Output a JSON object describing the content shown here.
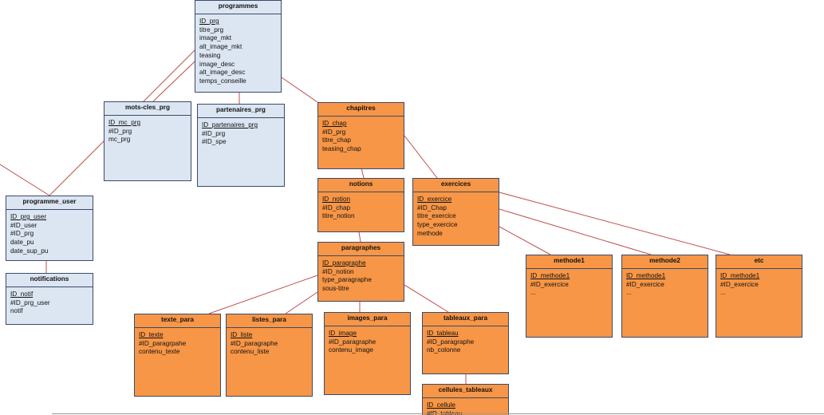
{
  "entities": [
    {
      "id": "programmes",
      "title": "programmes",
      "theme": "blue",
      "fields": [
        {
          "name": "ID_prg",
          "pk": true
        },
        {
          "name": "titre_prg"
        },
        {
          "name": "image_mkt"
        },
        {
          "name": "alt_image_mkt"
        },
        {
          "name": "teasing"
        },
        {
          "name": "image_desc"
        },
        {
          "name": "alt_image_desc"
        },
        {
          "name": "temps_conseille"
        }
      ]
    },
    {
      "id": "mots-cles-prg",
      "title": "mots-cles_prg",
      "theme": "blue",
      "fields": [
        {
          "name": "ID_mc_prg",
          "pk": true
        },
        {
          "name": "#ID_prg"
        },
        {
          "name": "mc_prg"
        }
      ]
    },
    {
      "id": "partenaires-prg",
      "title": "partenaires_prg",
      "theme": "blue",
      "fields": [
        {
          "name": "ID_partenaires_prg",
          "pk": true
        },
        {
          "name": "#ID_prg"
        },
        {
          "name": "#ID_spe"
        }
      ]
    },
    {
      "id": "chapitres",
      "title": "chapitres",
      "theme": "orange",
      "fields": [
        {
          "name": "ID_chap",
          "pk": true
        },
        {
          "name": "#ID_prg"
        },
        {
          "name": "titre_chap"
        },
        {
          "name": "teasing_chap"
        }
      ]
    },
    {
      "id": "programme-user",
      "title": "programme_user",
      "theme": "blue",
      "fields": [
        {
          "name": "ID_prg_user",
          "pk": true
        },
        {
          "name": "#ID_user"
        },
        {
          "name": "#ID_prg"
        },
        {
          "name": "date_pu"
        },
        {
          "name": "date_sup_pu"
        }
      ]
    },
    {
      "id": "notifications",
      "title": "notifications",
      "theme": "blue",
      "fields": [
        {
          "name": "ID_notif",
          "pk": true
        },
        {
          "name": "#ID_prg_user"
        },
        {
          "name": "notif"
        }
      ]
    },
    {
      "id": "notions",
      "title": "notions",
      "theme": "orange",
      "fields": [
        {
          "name": "ID_notion",
          "pk": true
        },
        {
          "name": "#ID_chap"
        },
        {
          "name": "titre_notion"
        }
      ]
    },
    {
      "id": "exercices",
      "title": "exercices",
      "theme": "orange",
      "fields": [
        {
          "name": "ID_exercice",
          "pk": true
        },
        {
          "name": "#ID_Chap"
        },
        {
          "name": "titre_exercice"
        },
        {
          "name": "type_exercice"
        },
        {
          "name": "methode"
        }
      ]
    },
    {
      "id": "paragraphes",
      "title": "paragraphes",
      "theme": "orange",
      "fields": [
        {
          "name": "ID_paragraphe",
          "pk": true
        },
        {
          "name": "#ID_notion"
        },
        {
          "name": "type_paragraphe"
        },
        {
          "name": "sous-titre"
        }
      ]
    },
    {
      "id": "methode1",
      "title": "methode1",
      "theme": "orange",
      "fields": [
        {
          "name": "ID_methode1",
          "pk": true
        },
        {
          "name": "#ID_exercice"
        },
        {
          "name": "..."
        }
      ]
    },
    {
      "id": "methode2",
      "title": "methode2",
      "theme": "orange",
      "fields": [
        {
          "name": "ID_methode1",
          "pk": true
        },
        {
          "name": "#ID_exercice"
        },
        {
          "name": "..."
        }
      ]
    },
    {
      "id": "etc",
      "title": "etc",
      "theme": "orange",
      "fields": [
        {
          "name": "ID_methode1",
          "pk": true
        },
        {
          "name": "#ID_exercice"
        },
        {
          "name": "..."
        }
      ]
    },
    {
      "id": "texte-para",
      "title": "texte_para",
      "theme": "orange",
      "fields": [
        {
          "name": "ID_texte",
          "pk": true
        },
        {
          "name": "#ID_paragrpahe"
        },
        {
          "name": "contenu_texte"
        }
      ]
    },
    {
      "id": "listes-para",
      "title": "listes_para",
      "theme": "orange",
      "fields": [
        {
          "name": "ID_liste",
          "pk": true
        },
        {
          "name": "#ID_paragraphe"
        },
        {
          "name": "contenu_liste"
        }
      ]
    },
    {
      "id": "images-para",
      "title": "images_para",
      "theme": "orange",
      "fields": [
        {
          "name": "ID_image",
          "pk": true
        },
        {
          "name": "#ID_paragraphe"
        },
        {
          "name": "contenu_image"
        }
      ]
    },
    {
      "id": "tableaux-para",
      "title": "tableaux_para",
      "theme": "orange",
      "fields": [
        {
          "name": "ID_tableau",
          "pk": true
        },
        {
          "name": "#ID_paragraphe"
        },
        {
          "name": "nb_colonne"
        }
      ]
    },
    {
      "id": "cellules-tableaux",
      "title": "cellules_tableaux",
      "theme": "orange",
      "fields": [
        {
          "name": "ID_cellule",
          "pk": true
        },
        {
          "name": "#ID_tableau"
        }
      ]
    }
  ],
  "relations": [
    {
      "from": "programmes",
      "to": "mots-cles-prg"
    },
    {
      "from": "programmes",
      "to": "partenaires-prg"
    },
    {
      "from": "programmes",
      "to": "chapitres"
    },
    {
      "from": "programmes",
      "to": "programme-user"
    },
    {
      "from": "programme-user",
      "to": "notifications"
    },
    {
      "from": "chapitres",
      "to": "notions"
    },
    {
      "from": "chapitres",
      "to": "exercices"
    },
    {
      "from": "notions",
      "to": "paragraphes"
    },
    {
      "from": "paragraphes",
      "to": "texte-para"
    },
    {
      "from": "paragraphes",
      "to": "listes-para"
    },
    {
      "from": "paragraphes",
      "to": "images-para"
    },
    {
      "from": "paragraphes",
      "to": "tableaux-para"
    },
    {
      "from": "tableaux-para",
      "to": "cellules-tableaux"
    },
    {
      "from": "exercices",
      "to": "methode1"
    },
    {
      "from": "exercices",
      "to": "methode2"
    },
    {
      "from": "exercices",
      "to": "etc"
    }
  ],
  "colors": {
    "blue_fill": "#dce6f2",
    "orange_fill": "#f79646",
    "border": "#3a4a6a",
    "relation_line": "#c0504d"
  }
}
